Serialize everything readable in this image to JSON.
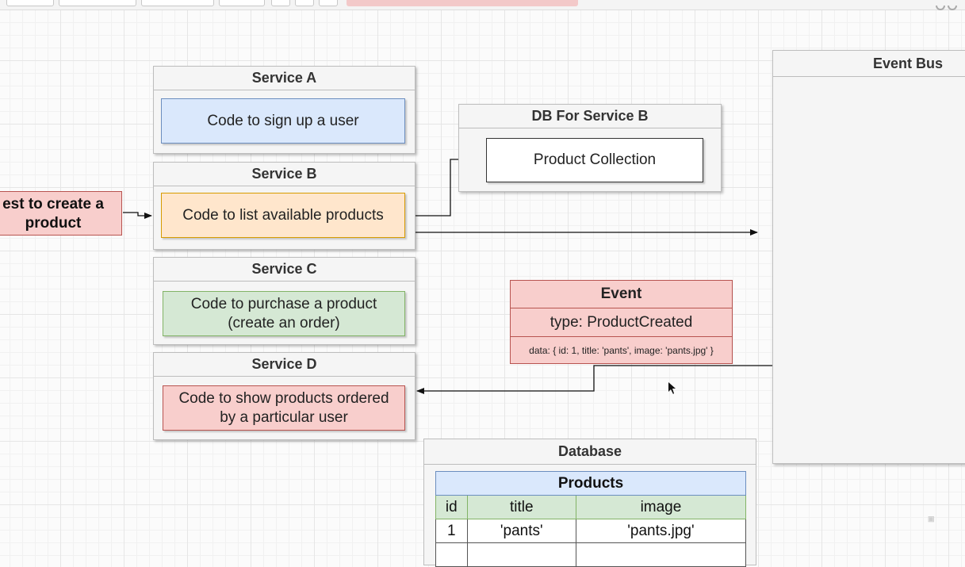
{
  "services": [
    {
      "title": "Service A",
      "code": "Code to sign up a user"
    },
    {
      "title": "Service B",
      "code": "Code to list available products"
    },
    {
      "title": "Service C",
      "code_line1": "Code to purchase a product",
      "code_line2": "(create an order)"
    },
    {
      "title": "Service D",
      "code_line1": "Code to show products ordered",
      "code_line2": "by a particular user"
    }
  ],
  "request": {
    "line1": "est to create a",
    "line2": "product"
  },
  "db_service_b": {
    "title": "DB For Service B",
    "collection": "Product Collection"
  },
  "event_bus": {
    "title": "Event Bus"
  },
  "event": {
    "title": "Event",
    "type": "type: ProductCreated",
    "data": "data: { id: 1, title: 'pants', image: 'pants.jpg' }"
  },
  "database": {
    "title": "Database",
    "table": {
      "name": "Products",
      "columns": [
        "id",
        "title",
        "image"
      ],
      "rows": [
        [
          "1",
          "'pants'",
          "'pants.jpg'"
        ]
      ]
    }
  },
  "colors": {
    "blue_fill": "#dae8fc",
    "orange_fill": "#ffe6cc",
    "green_fill": "#d5e8d4",
    "red_fill": "#f8cecc",
    "container_fill": "#f5f5f5"
  }
}
